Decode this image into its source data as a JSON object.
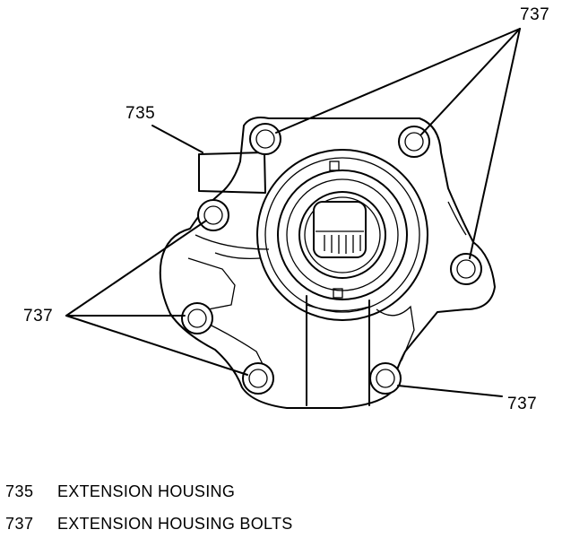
{
  "diagram": {
    "callouts": {
      "top_right": "737",
      "housing_label": "735",
      "left": "737",
      "bottom_right": "737"
    }
  },
  "legend": [
    {
      "number": "735",
      "text": "EXTENSION HOUSING"
    },
    {
      "number": "737",
      "text": "EXTENSION HOUSING BOLTS"
    }
  ]
}
